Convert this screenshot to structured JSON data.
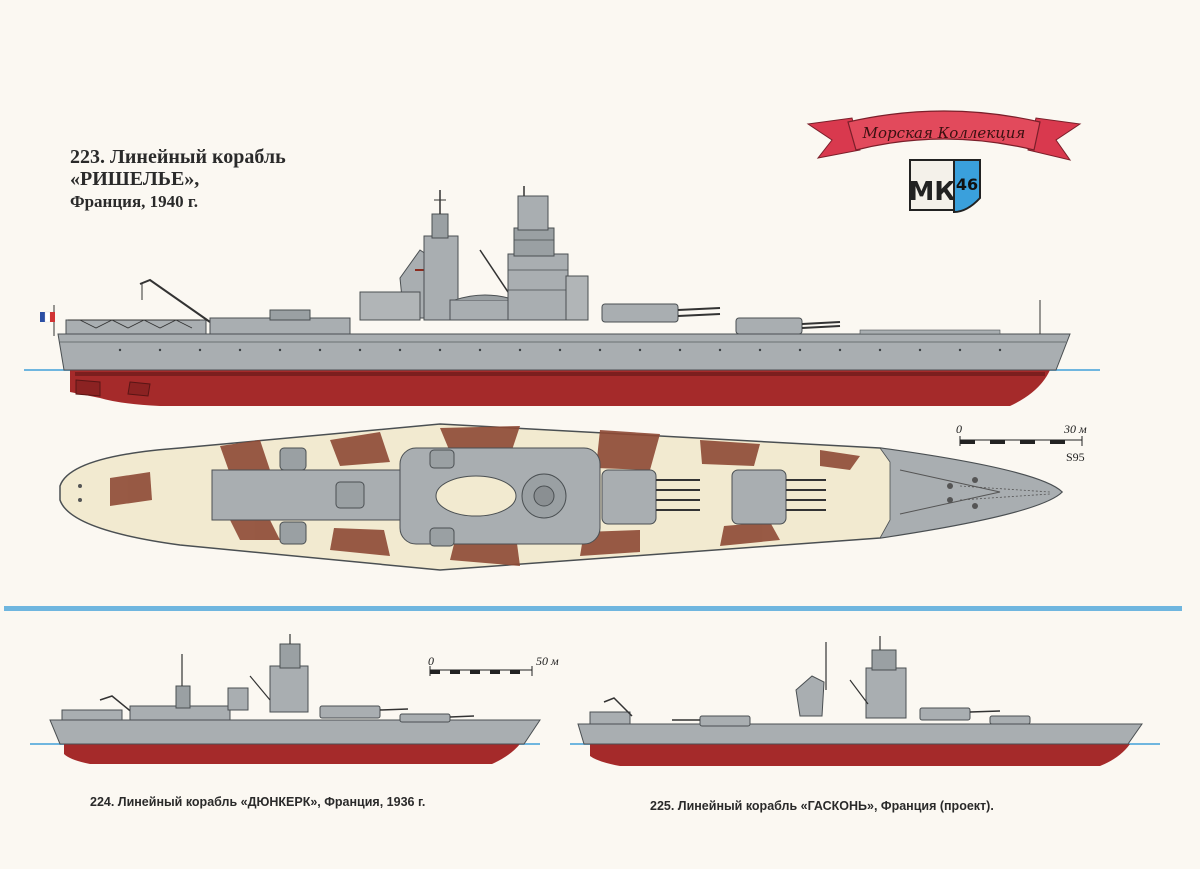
{
  "title": {
    "line1": "223. Линейный корабль",
    "line2": "«РИШЕЛЬЕ»,",
    "line3": "Франция, 1940 г."
  },
  "emblem": {
    "ribbon_text": "Морская Коллекция",
    "letters": "МК",
    "number": "46",
    "ribbon_color": "#e24a5c",
    "badge_color": "#3aa0dc"
  },
  "scale_main": {
    "start": "0",
    "end": "30 м",
    "signature": "S95"
  },
  "scale_small": {
    "start": "0",
    "end": "50 м"
  },
  "captions": {
    "ship224": "224. Линейный корабль «ДЮНКЕРК», Франция, 1936 г.",
    "ship225": "225. Линейный корабль «ГАСКОНЬ», Франция (проект)."
  },
  "colors": {
    "hull_red": "#a52a2a",
    "hull_gray": "#a9aeb1",
    "deck_cream": "#f2ead0",
    "deck_brown": "#8e4a35",
    "waterline": "#6fb6df",
    "divider": "#6fb6df"
  }
}
